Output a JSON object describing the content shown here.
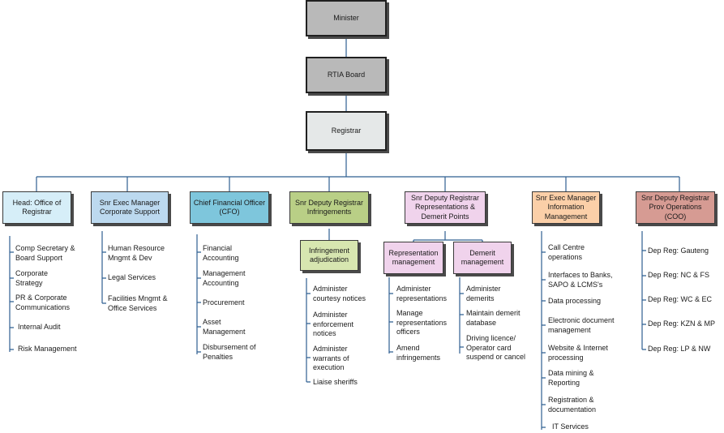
{
  "colors": {
    "top": "#b9b9b9",
    "registrar": "#e5e8e8",
    "office": "#d6eef8",
    "corporate": "#bcd9ef",
    "cfo": "#7ec6dc",
    "infringements": "#b9cf86",
    "representations": "#f0d3ec",
    "information": "#fbcfa8",
    "operations": "#d69b93",
    "adjudication": "#d7e6b0",
    "connector": "#2f5f91"
  },
  "top": {
    "minister": "Minister",
    "board": "RTIA Board",
    "registrar": "Registrar"
  },
  "depts": {
    "office": {
      "title": "Head: Office of\nRegistrar",
      "items": [
        "Comp Secretary &\nBoard Support",
        "Corporate\nStrategy",
        "PR & Corporate\nCommunications",
        "Internal Audit",
        "Risk Management"
      ]
    },
    "corporate": {
      "title": "Snr Exec Manager\nCorporate Support",
      "items": [
        "Human Resource\nMngmt & Dev",
        "Legal Services",
        "Facilities Mngmt &\nOffice Services"
      ]
    },
    "cfo": {
      "title": "Chief Financial Officer\n(CFO)",
      "items": [
        "Financial\nAccounting",
        "Management\nAccounting",
        "Procurement",
        "Asset\nManagement",
        "Disbursement of\nPenalties"
      ]
    },
    "infringements": {
      "title": "Snr Deputy Registrar\nInfringements",
      "sub": "Infringement\nadjudication",
      "items": [
        "Administer\ncourtesy notices",
        "Administer\nenforcement\nnotices",
        "Administer\nwarrants of\nexecution",
        "Liaise sheriffs"
      ]
    },
    "representations": {
      "title": "Snr Deputy Registrar\nRepresentations &\nDemerit Points",
      "sub1": "Representation\nmanagement",
      "sub1_items": [
        "Administer\nrepresentations",
        "Manage\nrepresentations\nofficers",
        "Amend\ninfringements"
      ],
      "sub2": "Demerit\nmanagement",
      "sub2_items": [
        "Administer\ndemerits",
        "Maintain demerit\ndatabase",
        "Driving licence/\nOperator card\nsuspend or cancel"
      ]
    },
    "information": {
      "title": "Snr Exec Manager\nInformation\nManagement",
      "items": [
        "Call Centre\noperations",
        "Interfaces to Banks,\nSAPO & LCMS's",
        "Data processing",
        "Electronic document\nmanagement",
        "Website & Internet\nprocessing",
        "Data mining &\nReporting",
        "Registration &\ndocumentation",
        "IT Services"
      ]
    },
    "operations": {
      "title": "Snr Deputy Registrar\nProv Operations\n(COO)",
      "items": [
        "Dep Reg: Gauteng",
        "Dep Reg: NC & FS",
        "Dep Reg: WC & EC",
        "Dep Reg: KZN & MP",
        "Dep Reg: LP & NW"
      ]
    }
  }
}
